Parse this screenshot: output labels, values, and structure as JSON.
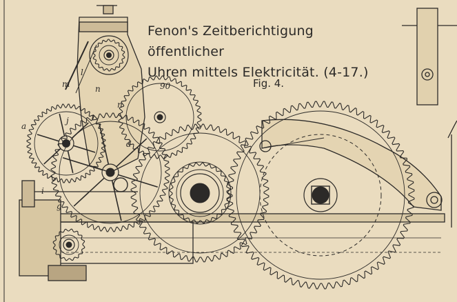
{
  "title": {
    "line1": "Fenon's Zeitberichtigung öffentlicher",
    "line2": "Uhren mittels Elektricität.",
    "ref": "(4-17.)"
  },
  "figure_label": "Fig. 4.",
  "part_labels": {
    "m": "m",
    "l": "l",
    "n1": "n",
    "n2": "n",
    "a": "a",
    "j": "j",
    "d": "d",
    "i": "i",
    "g": "g",
    "number_90": "90"
  },
  "colors": {
    "paper": "#eadcbf",
    "ink": "#2c2a28"
  }
}
